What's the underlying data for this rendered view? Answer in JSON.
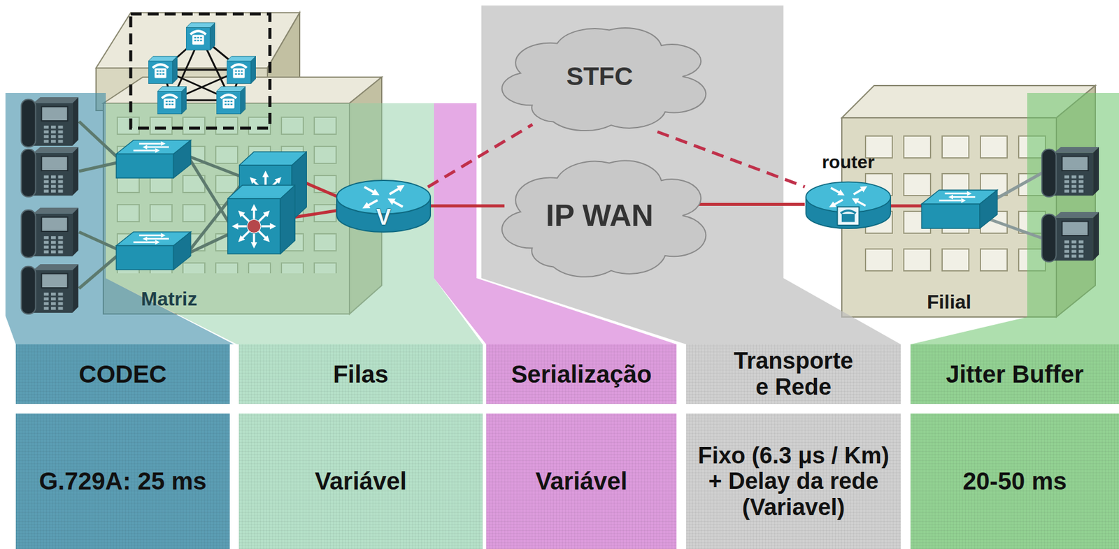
{
  "diagram": {
    "nodes": [
      {
        "text": [
          "Matriz"
        ]
      },
      {
        "text": [
          "STFC"
        ]
      },
      {
        "text": [
          "IP WAN"
        ]
      },
      {
        "text": [
          "router"
        ]
      },
      {
        "text": [
          "Filial"
        ]
      },
      {
        "text": [
          "CODEC"
        ]
      },
      {
        "text": [
          "Filas"
        ]
      },
      {
        "text": [
          "Serialização"
        ]
      },
      {
        "text": [
          "Transporte e Rede"
        ]
      },
      {
        "text": [
          "Jitter Buffer"
        ]
      },
      {
        "text": [
          "G.729A: 25 ms"
        ]
      },
      {
        "text": [
          "Variável"
        ]
      },
      {
        "text": [
          "Variável"
        ]
      },
      {
        "text": [
          "Fixo (6.3 μs / Km) + Delay da rede (Variavel)"
        ]
      },
      {
        "text": [
          "20-50 ms"
        ]
      }
    ],
    "edges": [
      {
        "from": 2,
        "to": 3,
        "arrow": "none"
      },
      {
        "from": 1,
        "to": 3,
        "arrow": "none"
      }
    ],
    "labels": [
      "V"
    ]
  }
}
